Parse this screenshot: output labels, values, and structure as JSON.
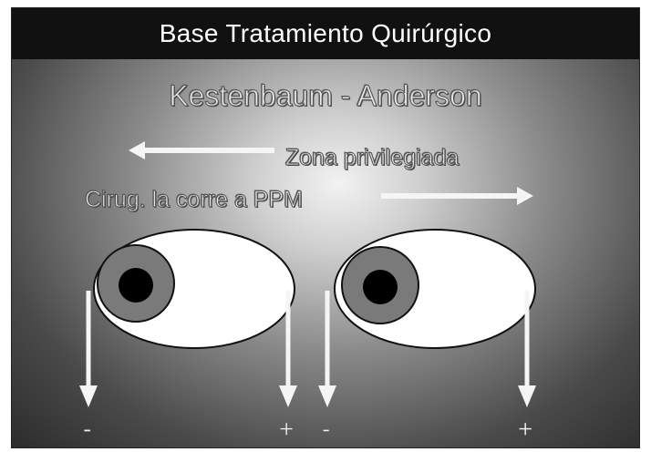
{
  "slide": {
    "title": "Base Tratamiento Quirúrgico",
    "subtitle": "Kestenbaum - Anderson",
    "arrow_left_label": "Zona privilegiada",
    "arrow_right_label": "Cirug. la corre a PPM",
    "left_eye": {
      "minus_label": "-",
      "plus_label": "+"
    },
    "right_eye": {
      "minus_label": "-",
      "plus_label": "+"
    }
  }
}
